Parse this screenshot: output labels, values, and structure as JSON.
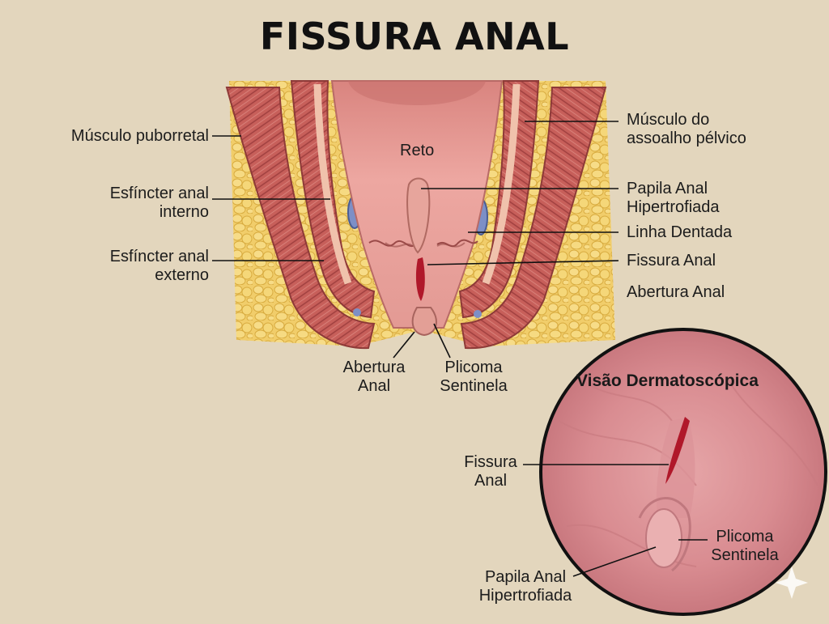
{
  "title": "FISSURA ANAL",
  "anatomy": {
    "reto": "Reto",
    "left": {
      "puborretal": "Músculo puborretal",
      "interno": [
        "Esfíncter anal",
        "interno"
      ],
      "externo": [
        "Esfíncter anal",
        "externo"
      ]
    },
    "right": {
      "assoalho": [
        "Músculo do",
        "assoalho pélvico"
      ],
      "papila": [
        "Papila Anal",
        "Hipertrofiada"
      ],
      "linha": "Linha Dentada",
      "fissura": "Fissura Anal",
      "abertura": "Abertura Anal"
    },
    "bottom": {
      "abertura": [
        "Abertura",
        "Anal"
      ],
      "plicoma": [
        "Plicoma",
        "Sentinela"
      ]
    }
  },
  "dermatoscopy": {
    "title": "Visão Dermatoscópica",
    "fissura": [
      "Fissura",
      "Anal"
    ],
    "plicoma": [
      "Plicoma",
      "Sentinela"
    ],
    "papila": [
      "Papila Anal",
      "Hipertrofiada"
    ]
  },
  "colors": {
    "background": "#e3d6bd",
    "fat": "#f1cd6a",
    "muscle": "#c4605a",
    "mucosa": "#e8a29c",
    "fissure": "#b0182a"
  },
  "icons": [
    "sparkle-icon"
  ]
}
